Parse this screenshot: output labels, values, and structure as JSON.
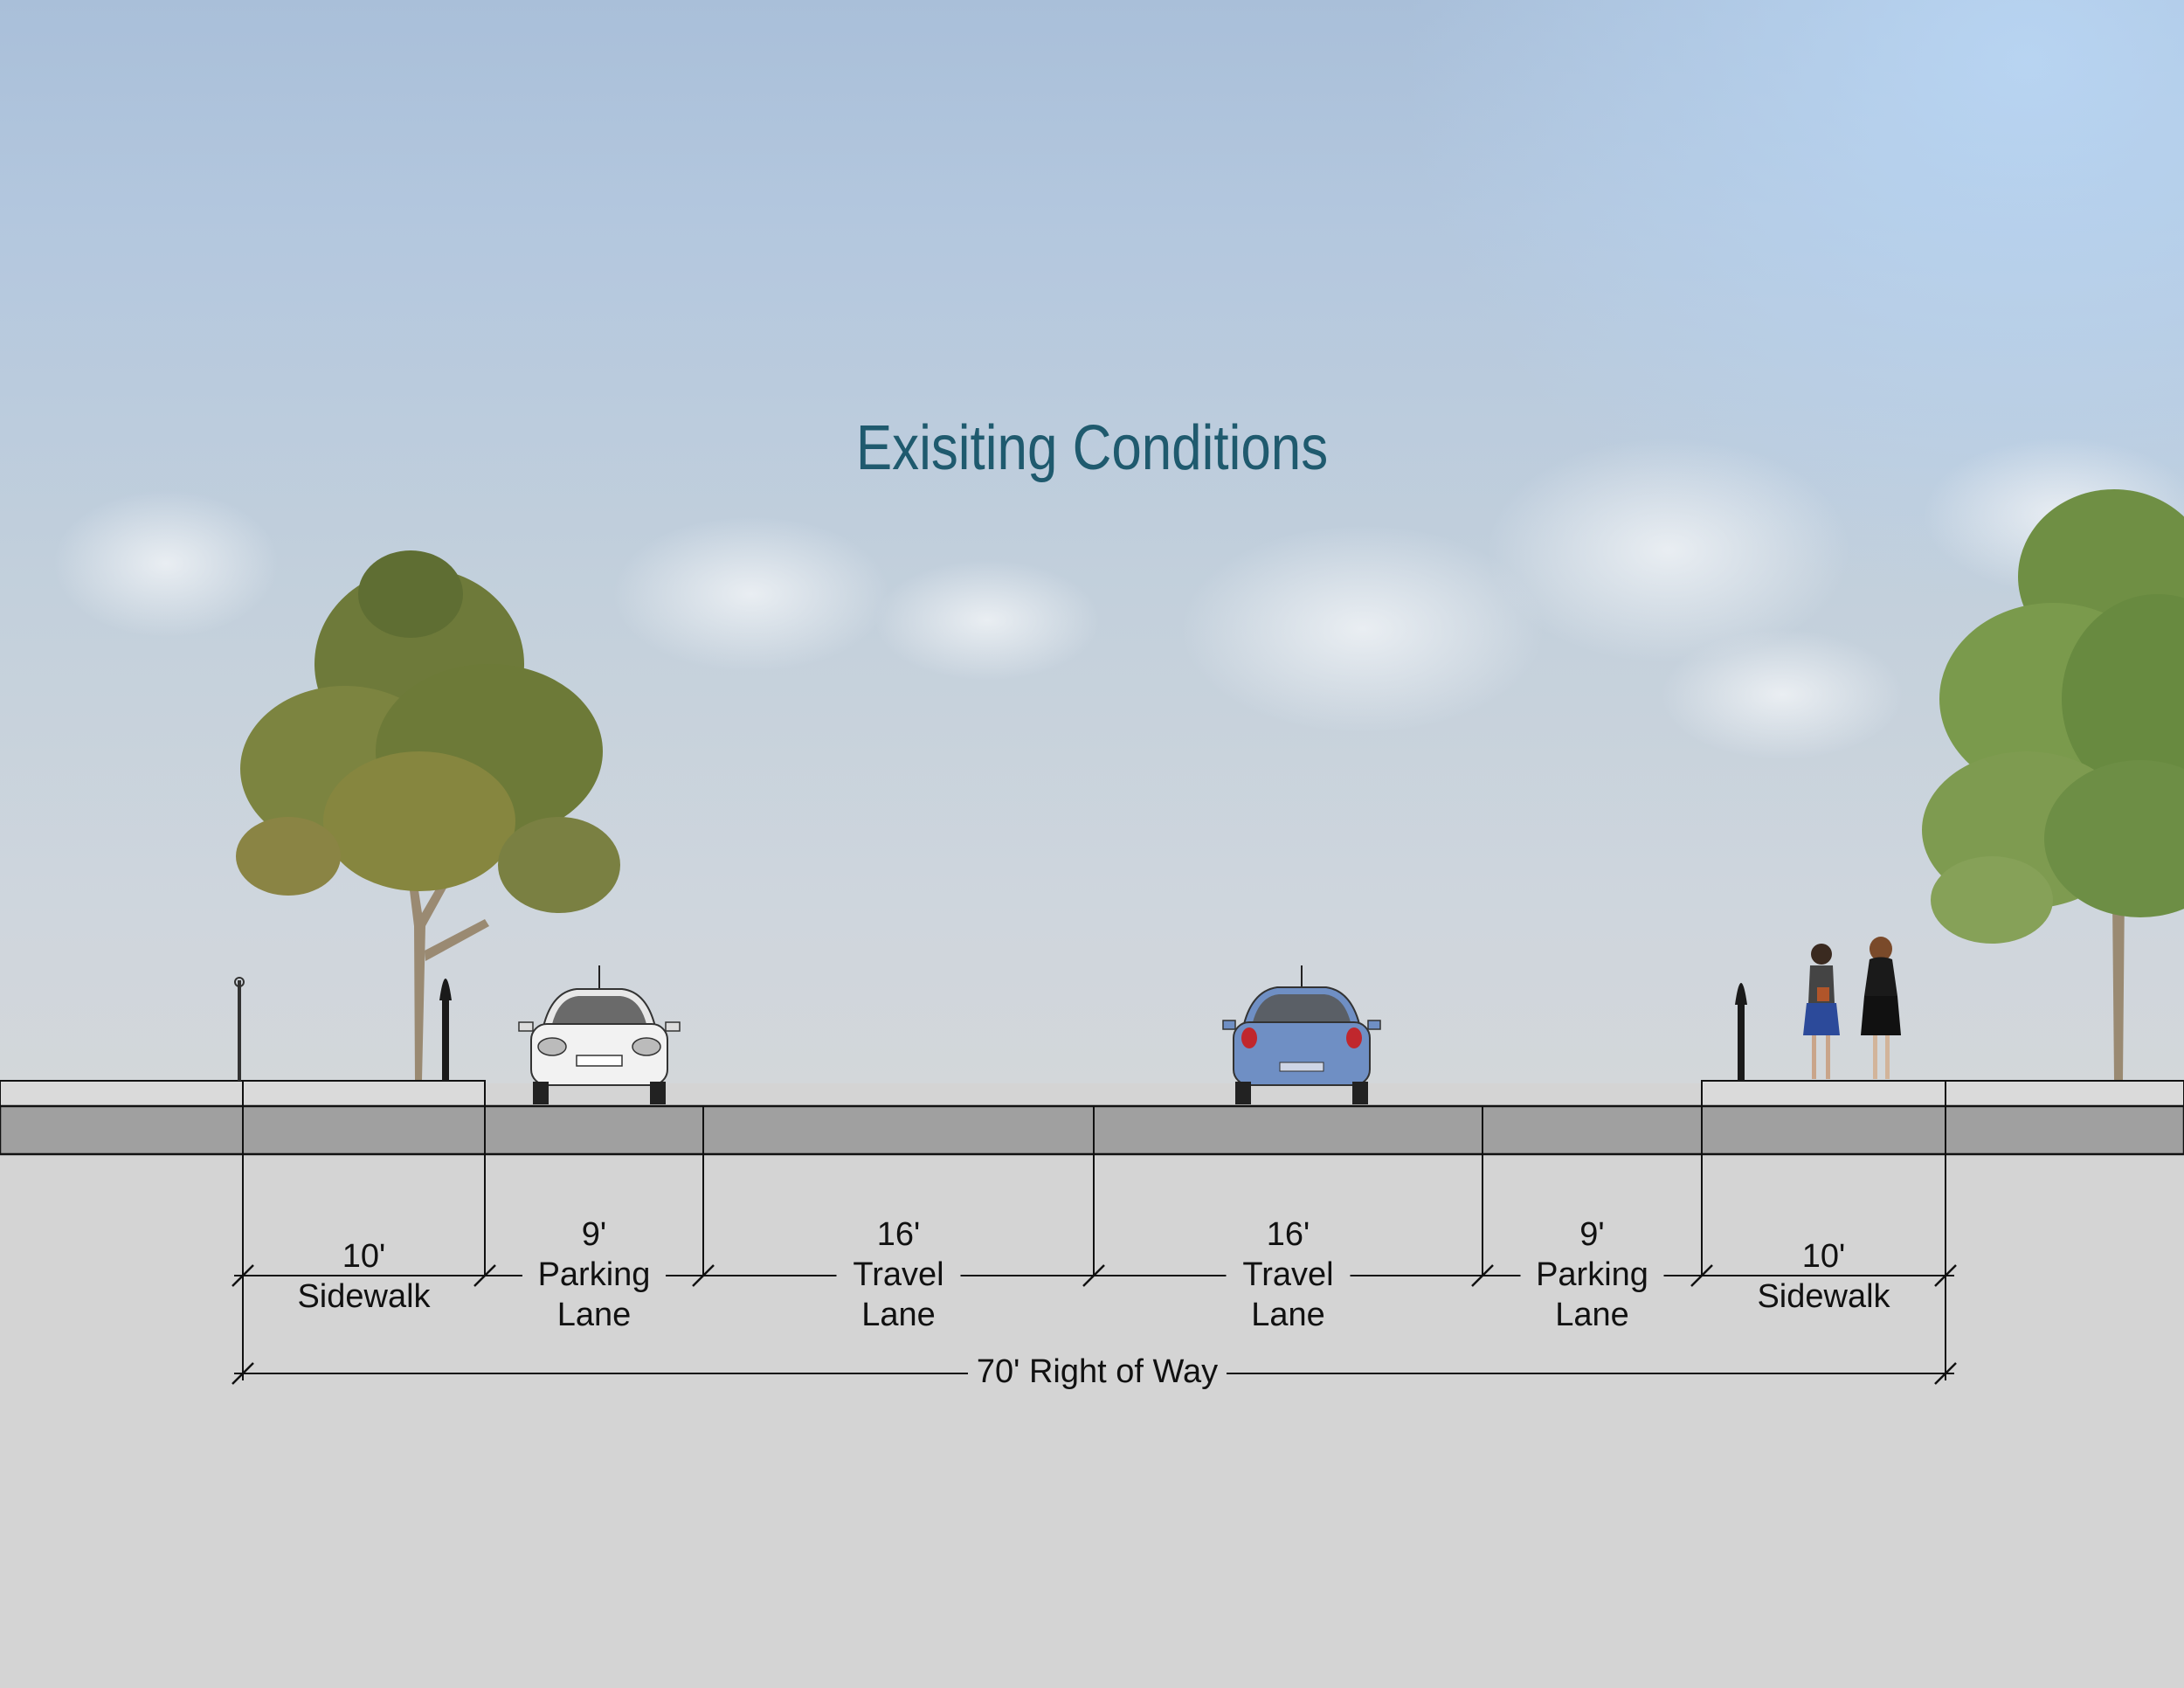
{
  "title": "Exisiting Conditions",
  "segments": [
    {
      "width": "10'",
      "line1": "Sidewalk",
      "line2": ""
    },
    {
      "width": "9'",
      "line1": "Parking",
      "line2": "Lane"
    },
    {
      "width": "16'",
      "line1": "Travel",
      "line2": "Lane"
    },
    {
      "width": "16'",
      "line1": "Travel",
      "line2": "Lane"
    },
    {
      "width": "9'",
      "line1": "Parking",
      "line2": "Lane"
    },
    {
      "width": "10'",
      "line1": "Sidewalk",
      "line2": ""
    }
  ],
  "total_label": "70' Right of Way",
  "colors": {
    "title": "#1f5a6e",
    "road_band": "#a0a0a0",
    "sidewalk_top": "#d9d9d9",
    "ground": "#d4d4d4",
    "car_left": "#f2f2f2",
    "car_right": "#6f8fc4"
  }
}
